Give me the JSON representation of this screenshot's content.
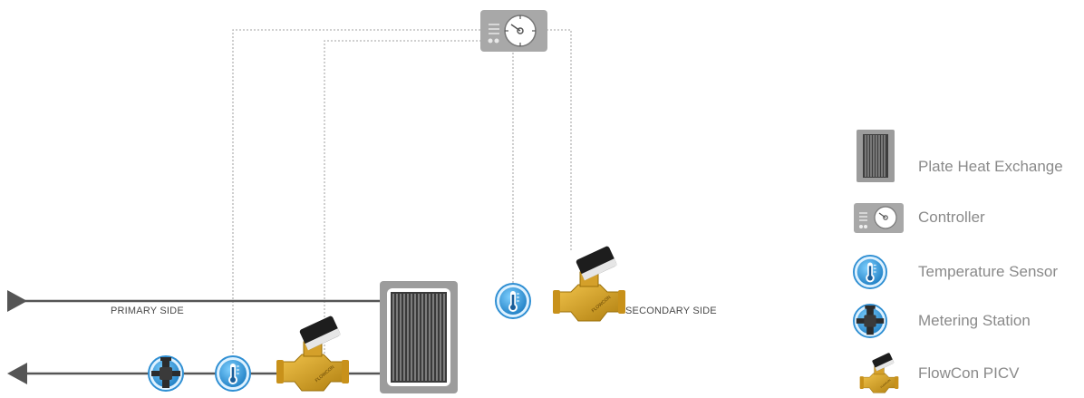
{
  "diagram": {
    "primary_label": "PRIMARY SIDE",
    "secondary_label": "SECONDARY SIDE"
  },
  "legend": {
    "items": [
      {
        "label": "Plate Heat Exchange",
        "icon": "plate-heat-exchanger-icon"
      },
      {
        "label": "Controller",
        "icon": "controller-icon"
      },
      {
        "label": "Temperature Sensor",
        "icon": "temperature-sensor-icon"
      },
      {
        "label": "Metering Station",
        "icon": "metering-station-icon"
      },
      {
        "label": "FlowCon PICV",
        "icon": "flowcon-picv-icon"
      }
    ]
  },
  "colors": {
    "pipe": "#555555",
    "sensor_blue": "#3a9fdc",
    "valve_gold": "#d9a21e",
    "exchanger_gray": "#9a9a9a",
    "signal_line": "#b0b0b0"
  }
}
